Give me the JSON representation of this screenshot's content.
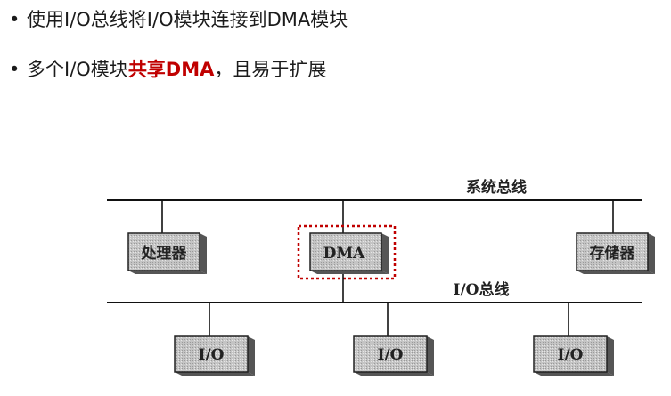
{
  "bullets": [
    {
      "symbol": "•",
      "text": "使用I/O总线将I/O模块连接到DMA模块"
    },
    {
      "symbol": "•",
      "text_before": "多个I/O模块",
      "highlight": "共享DMA",
      "text_after": "，且易于扩展",
      "highlight_color": "#c00000"
    }
  ],
  "diagram": {
    "system_bus_label": "系统总线",
    "io_bus_label": "I/O总线",
    "processor_label": "处理器",
    "dma_label": "DMA",
    "memory_label": "存储器",
    "io_module_labels": [
      "I/O",
      "I/O",
      "I/O"
    ],
    "dma_highlight_color": "#c00000"
  }
}
